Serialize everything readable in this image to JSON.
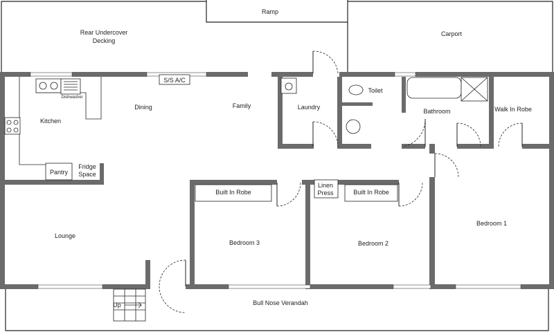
{
  "rooms": {
    "ramp": "Ramp",
    "rear_decking_1": "Rear Undercover",
    "rear_decking_2": "Decking",
    "carport": "Carport",
    "aircon": "S/S A/C",
    "dining": "Dining",
    "family": "Family",
    "kitchen": "Kitchen",
    "dishwasher": "Dishwasher",
    "pantry": "Pantry",
    "fridge_1": "Fridge",
    "fridge_2": "Space",
    "laundry": "Laundry",
    "toilet": "Toilet",
    "bathroom": "Bathroom",
    "walk_in_robe": "Walk In Robe",
    "linen_1": "Linen",
    "linen_2": "Press",
    "robe_3": "Built In Robe",
    "robe_2": "Built In Robe",
    "lounge": "Lounge",
    "bedroom_3": "Bedroom 3",
    "bedroom_2": "Bedroom 2",
    "bedroom_1": "Bedroom 1",
    "verandah": "Bull Nose Verandah",
    "stairs_up": "Up"
  }
}
